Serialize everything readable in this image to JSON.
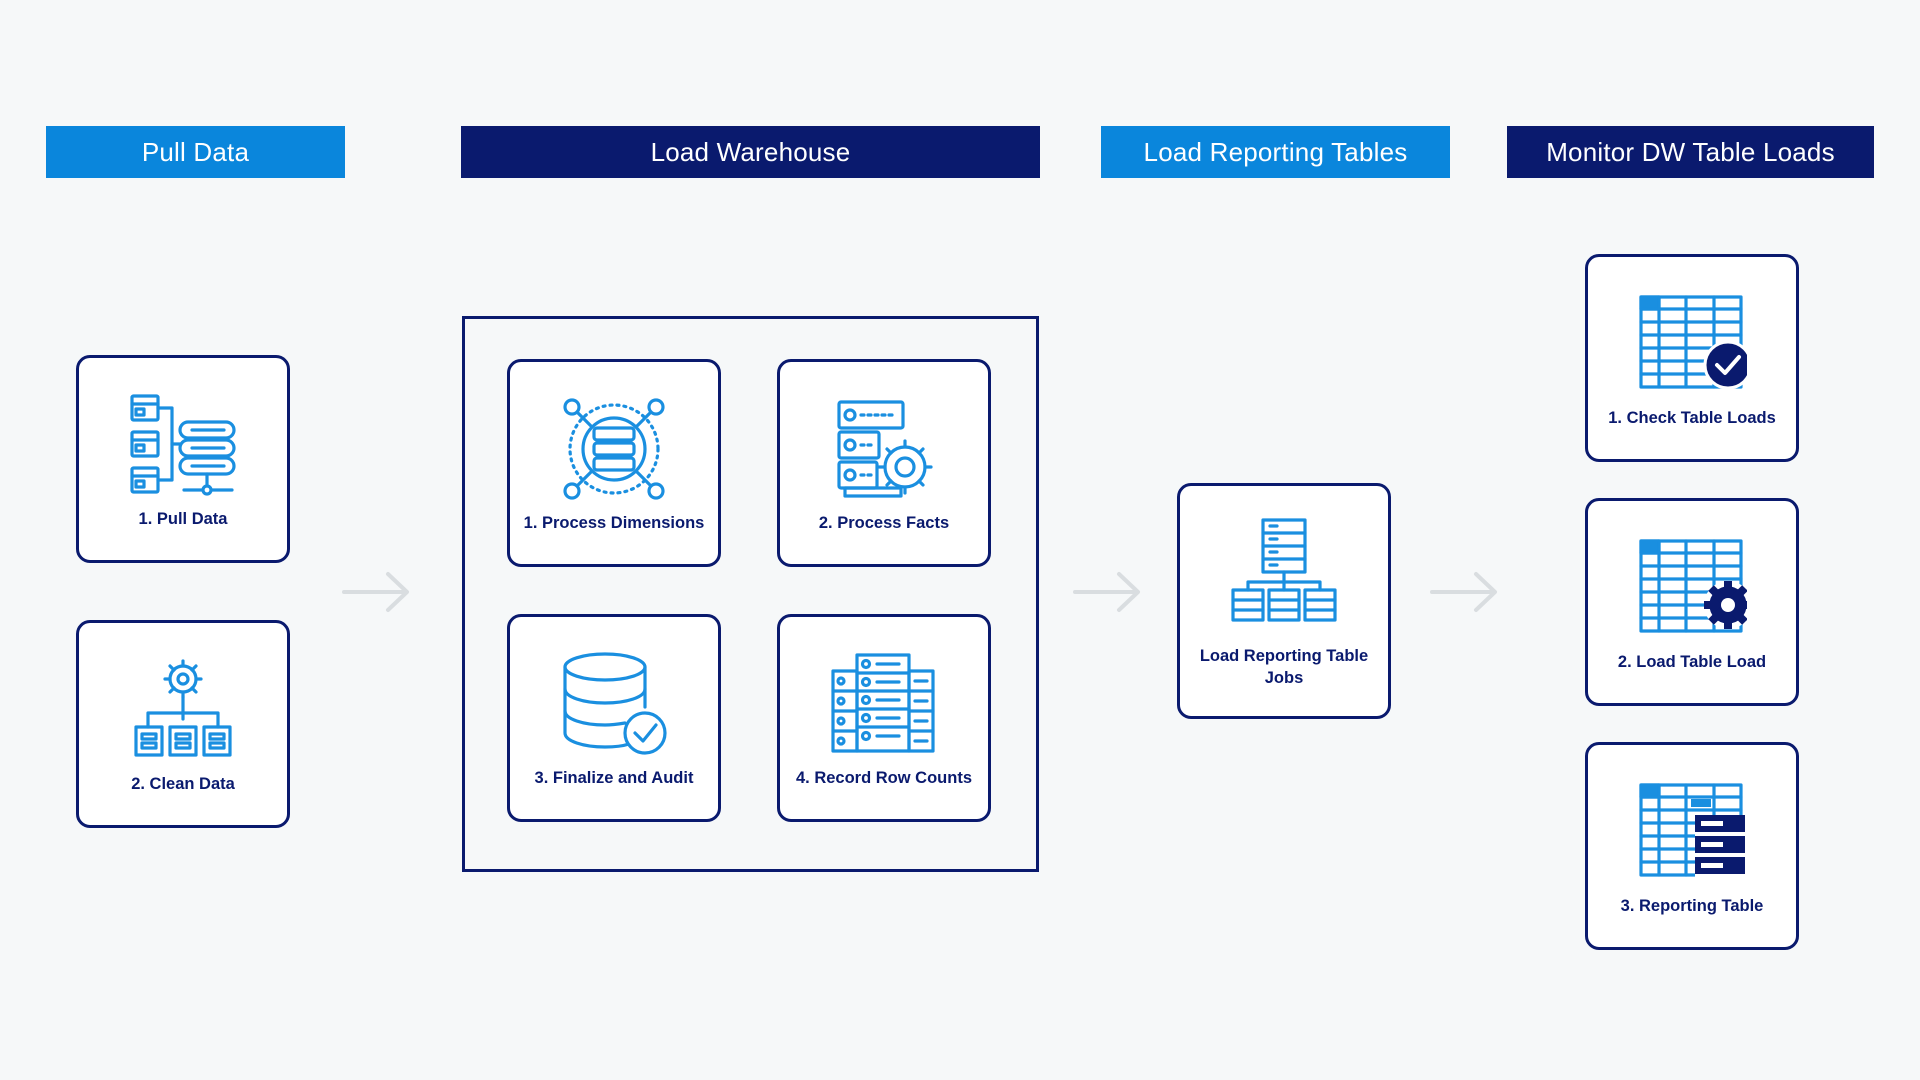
{
  "headers": {
    "pull": "Pull Data",
    "warehouse": "Load Warehouse",
    "reporting": "Load Reporting Tables",
    "monitor": "Monitor DW Table Loads"
  },
  "pull_cards": [
    {
      "label": "1. Pull Data",
      "icon": "server-database-icon"
    },
    {
      "label": "2. Clean Data",
      "icon": "gear-hierarchy-icon"
    }
  ],
  "warehouse_cards": [
    {
      "label": "1. Process Dimensions",
      "icon": "database-network-icon"
    },
    {
      "label": "2. Process Facts",
      "icon": "server-gear-icon"
    },
    {
      "label": "3. Finalize and Audit",
      "icon": "database-check-icon"
    },
    {
      "label": "4. Record Row Counts",
      "icon": "server-racks-icon"
    }
  ],
  "reporting_cards": [
    {
      "label": "Load Reporting Table Jobs",
      "icon": "server-hierarchy-icon"
    }
  ],
  "monitor_cards": [
    {
      "label": "1. Check Table Loads",
      "icon": "table-check-icon"
    },
    {
      "label": "2. Load Table Load",
      "icon": "table-gear-icon"
    },
    {
      "label": "3. Reporting Table",
      "icon": "table-report-icon"
    }
  ],
  "colors": {
    "light_blue": "#0a86dc",
    "dark_navy": "#0a1a6e",
    "icon_blue": "#1a8fe0",
    "arrow_gray": "#d9dde0",
    "background": "#f6f8f9"
  }
}
